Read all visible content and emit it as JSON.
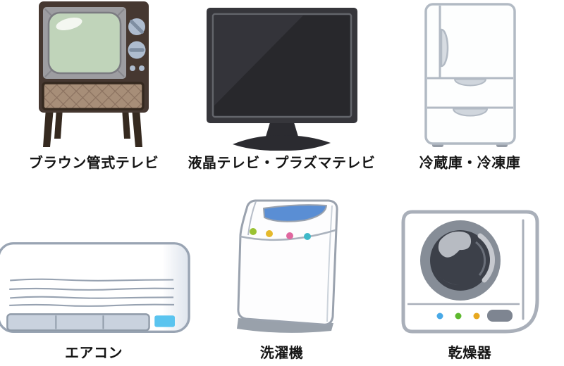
{
  "page": {
    "background": "#ffffff",
    "description_labels_language": "Japanese"
  },
  "items": [
    {
      "id": "crt-tv",
      "label": "ブラウン管式テレビ"
    },
    {
      "id": "flat-tv",
      "label": "液晶テレビ・プラズマテレビ"
    },
    {
      "id": "fridge",
      "label": "冷蔵庫・冷凍庫"
    },
    {
      "id": "aircon",
      "label": "エアコン"
    },
    {
      "id": "washer",
      "label": "洗濯機"
    },
    {
      "id": "dryer",
      "label": "乾燥器"
    }
  ],
  "palette": {
    "label_text": "#151515",
    "crt_body_brown": "#463831",
    "crt_bezel_gray": "#9d9da1",
    "crt_screen_green": "#c0d4ba",
    "crt_speaker_tan": "#a78e78",
    "crt_speaker_lattice": "#8b7260",
    "crt_dial_blue_gray": "#aebccf",
    "flat_tv_frame": "#36363b",
    "flat_tv_screen": "#28282c",
    "appliance_outline_gray": "#9aa2ae",
    "fridge_outline": "#b2bac4",
    "fridge_handle_fill": "#d7dce2",
    "aircon_louver": "#c9d2de",
    "aircon_indicator_blue": "#5ac4ef",
    "washer_lid_blue": "#5a8ed4",
    "washer_dot_green": "#9ac233",
    "washer_dot_yellow": "#e5b92c",
    "washer_dot_pink": "#e0679f",
    "washer_dot_teal": "#3fb9c9",
    "washer_base_gray": "#99a1ab",
    "dryer_ring_gray": "#868d97",
    "dryer_drum_dark": "#3c4049",
    "dryer_dot_blue": "#49a9e7",
    "dryer_dot_green": "#5eb92f",
    "dryer_dot_orange": "#e7a820",
    "dryer_button_gray": "#7e8591"
  }
}
